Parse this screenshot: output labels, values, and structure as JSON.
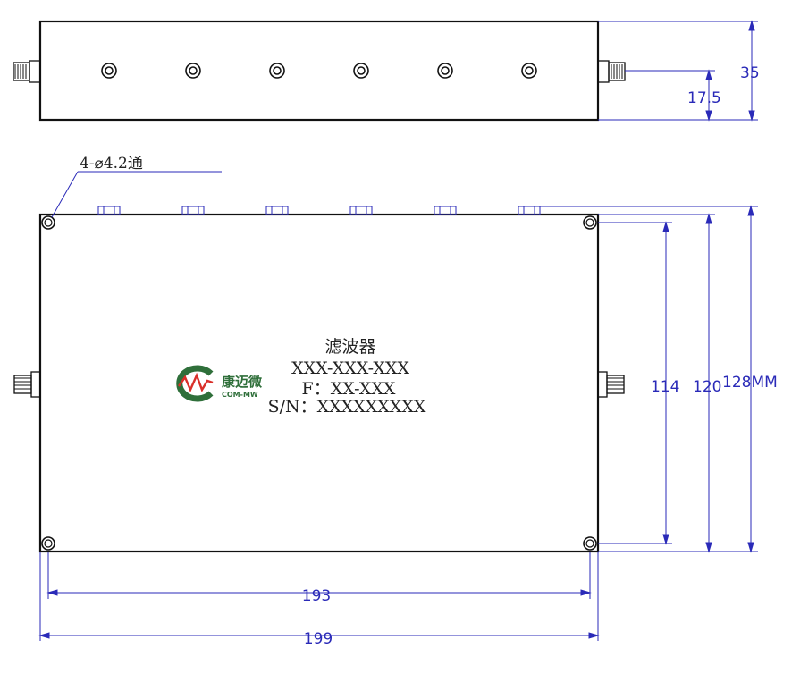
{
  "dimensions": {
    "side_height": "35",
    "side_half": "17.5",
    "hole_callout": "4-⌀4.2通",
    "height_inner": "114",
    "height_body": "120",
    "height_overall": "128MM",
    "width_holes": "193",
    "width_body": "199"
  },
  "label": {
    "name": "滤波器",
    "model": "XXX-XXX-XXX",
    "freq": "F：XX-XXX",
    "serial": "S/N：XXXXXXXXX"
  },
  "logo": {
    "text_cn": "康迈微",
    "text_en": "COM-MW",
    "color": "#2f6f3a",
    "accent": "#d9302a"
  },
  "colors": {
    "outline": "#111111",
    "dimension": "#2a2ab8"
  }
}
